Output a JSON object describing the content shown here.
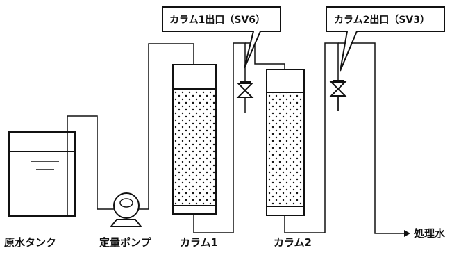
{
  "labels": {
    "raw_tank": "原水タンク",
    "pump": "定量ポンプ",
    "column1": "カラム1",
    "column2": "カラム2",
    "treated_water": "処理水"
  },
  "callouts": {
    "column1_outlet": "カラム1出口（SV6）",
    "column2_outlet": "カラム2出口（SV3）"
  }
}
